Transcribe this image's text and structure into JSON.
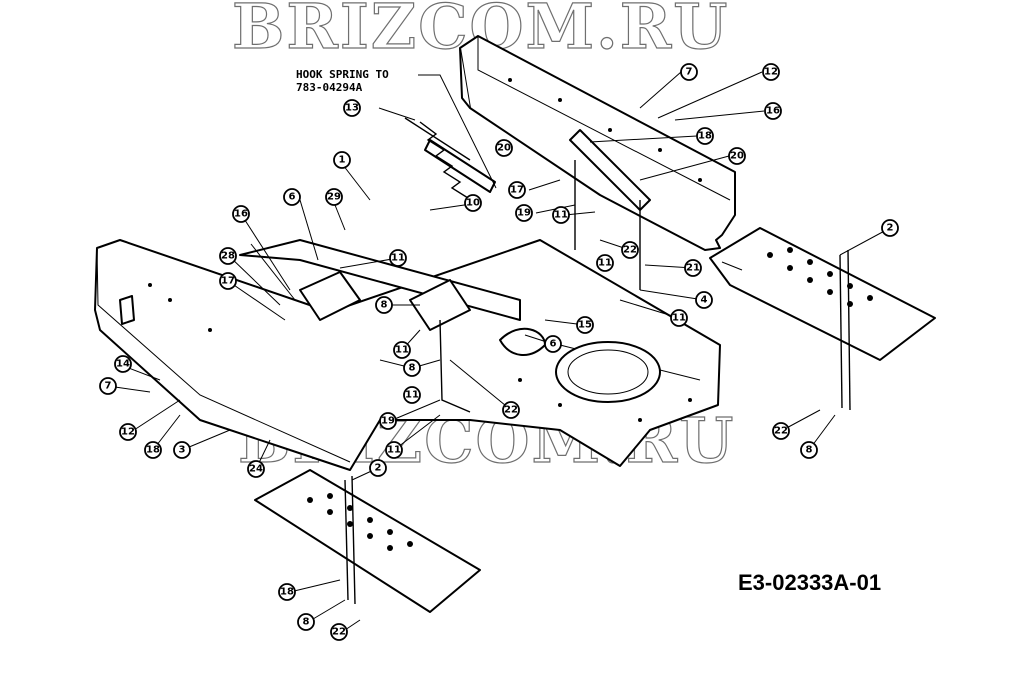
{
  "watermark": {
    "top": "BRIZCOM.RU",
    "middle": "BRIZCOM.RU"
  },
  "note": {
    "line1": "HOOK SPRING TO",
    "line2": "783-04294A"
  },
  "diagram_code": "E3-02333A-01",
  "callouts": [
    "7",
    "12",
    "16",
    "18",
    "20",
    "13",
    "1",
    "29",
    "6",
    "17",
    "10",
    "19",
    "11",
    "16",
    "28",
    "20",
    "11",
    "17",
    "22",
    "11",
    "21",
    "4",
    "8",
    "11",
    "15",
    "6",
    "11",
    "14",
    "7",
    "8",
    "11",
    "12",
    "18",
    "3",
    "19",
    "11",
    "24",
    "2",
    "22",
    "22",
    "8",
    "2",
    "18",
    "8",
    "22"
  ]
}
